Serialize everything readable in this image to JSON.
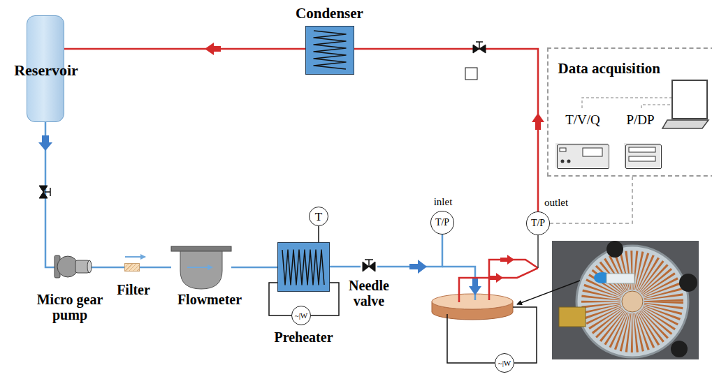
{
  "diagram": {
    "nodes": [
      {
        "text": [
          "Reservoir"
        ]
      },
      {
        "text": [
          "Condenser"
        ]
      },
      {
        "text": [
          "Data acquisition"
        ]
      },
      {
        "text": [
          "T/V/Q"
        ],
        "in": 2
      },
      {
        "text": [
          "P/DP"
        ],
        "in": 2
      },
      {
        "text": [
          "Micro gear pump"
        ]
      },
      {
        "text": [
          "Filter"
        ]
      },
      {
        "text": [
          "Flowmeter"
        ]
      },
      {
        "text": [
          "T"
        ]
      },
      {
        "text": [
          "Preheater"
        ]
      },
      {
        "text": [
          "~|W"
        ]
      },
      {
        "text": [
          "Needle valve"
        ]
      },
      {
        "text": [
          "inlet",
          "T/P"
        ]
      },
      {
        "text": [
          "outlet",
          "T/P"
        ]
      },
      {
        "text": [
          "~|W"
        ]
      }
    ],
    "edges": [
      {
        "from": 0,
        "to": 5,
        "arrow": "none"
      },
      {
        "from": 5,
        "to": 6,
        "arrow": "none"
      },
      {
        "from": 6,
        "to": 7,
        "arrow": "none"
      },
      {
        "from": 7,
        "to": 9,
        "arrow": "none"
      },
      {
        "from": 9,
        "to": 11,
        "arrow": "none"
      },
      {
        "from": 11,
        "to": 12,
        "arrow": "none"
      },
      {
        "from": 13,
        "to": 1,
        "arrow": "none"
      },
      {
        "from": 1,
        "to": 0,
        "arrow": "none"
      },
      {
        "from": 8,
        "to": 9,
        "arrow": "none"
      },
      {
        "from": 9,
        "to": 10,
        "arrow": "none"
      },
      {
        "from": 9,
        "to": 10,
        "arrow": "none"
      },
      {
        "from": 13,
        "to": 2,
        "arrow": "none"
      }
    ]
  }
}
